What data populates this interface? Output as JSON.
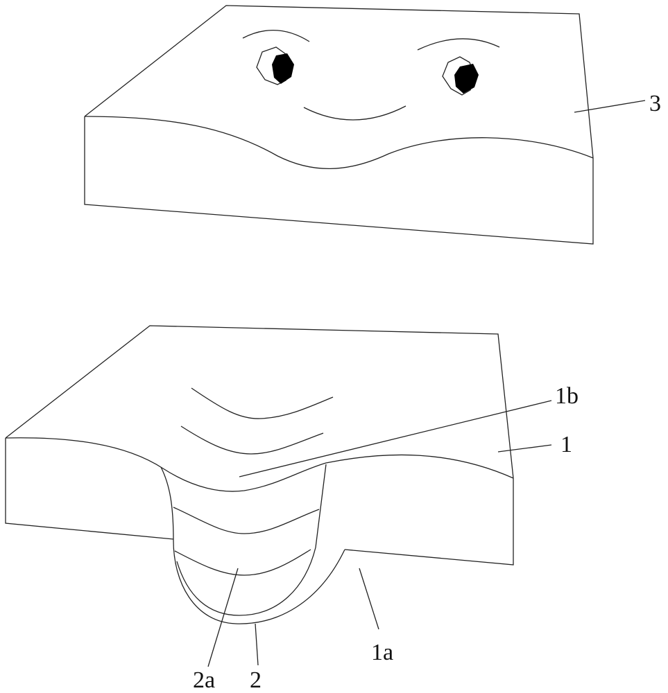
{
  "figure": {
    "labels": {
      "part3": "3",
      "part1": "1",
      "part1a": "1a",
      "part1b": "1b",
      "part2": "2",
      "part2a": "2a"
    },
    "colors": {
      "line": "#222222",
      "fill": "#000000",
      "background": "#ffffff"
    }
  }
}
